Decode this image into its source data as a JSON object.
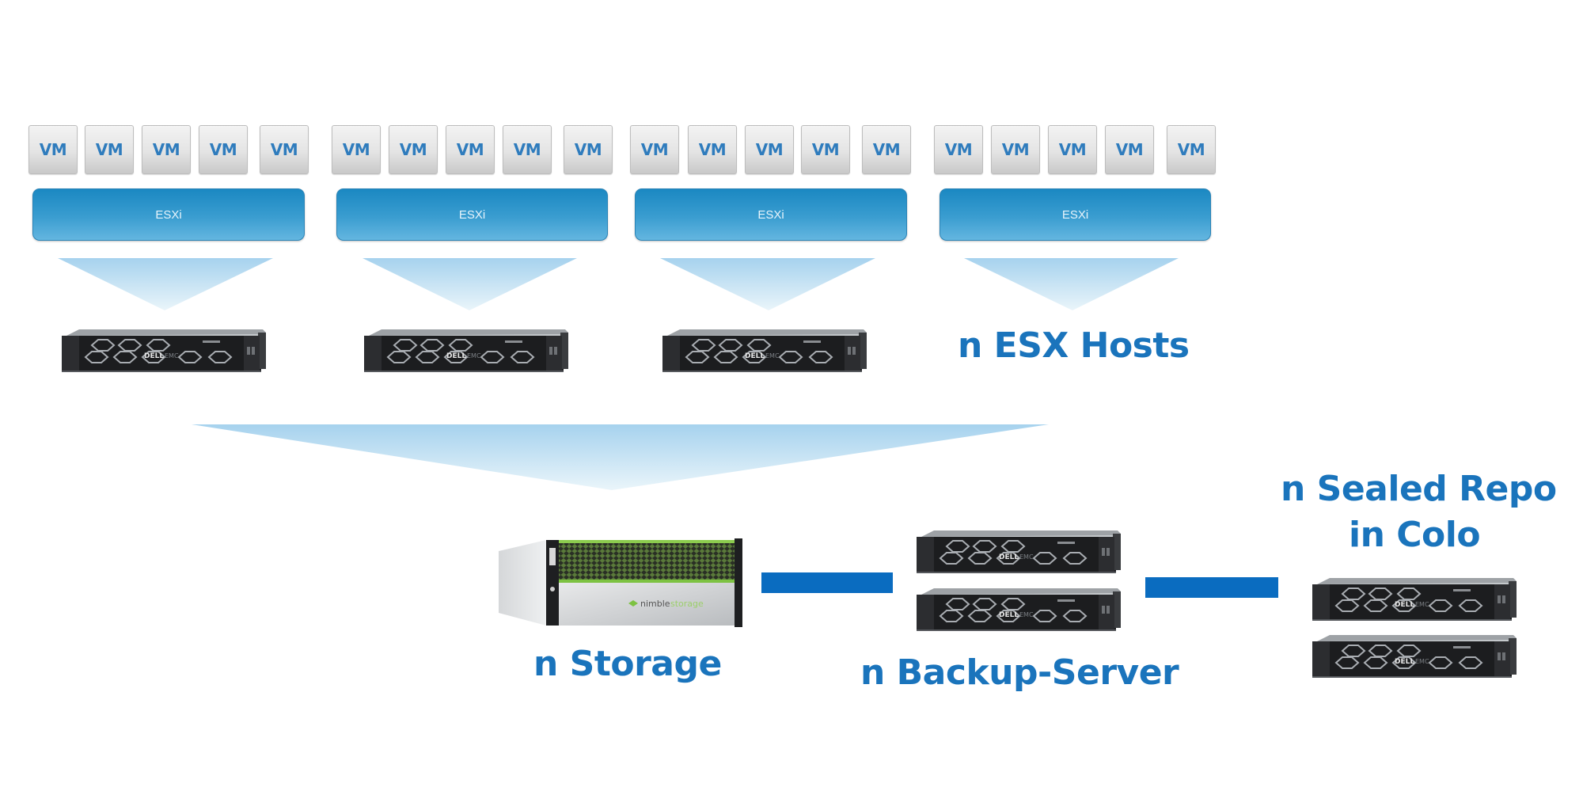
{
  "diagram": {
    "type": "infrastructure-architecture",
    "vm_label": "VM",
    "hypervisor_label": "ESXi",
    "host_groups": [
      {
        "hypervisor": "ESXi",
        "vms": [
          "VM",
          "VM",
          "VM",
          "VM",
          "VM"
        ],
        "server_brand": "DELL"
      },
      {
        "hypervisor": "ESXi",
        "vms": [
          "VM",
          "VM",
          "VM",
          "VM",
          "VM"
        ],
        "server_brand": "DELL"
      },
      {
        "hypervisor": "ESXi",
        "vms": [
          "VM",
          "VM",
          "VM",
          "VM",
          "VM"
        ],
        "server_brand": "DELL"
      },
      {
        "hypervisor": "ESXi",
        "vms": [
          "VM",
          "VM",
          "VM",
          "VM",
          "VM"
        ],
        "server_brand": null
      }
    ],
    "labels": {
      "esx_hosts": "n ESX Hosts",
      "storage": "n Storage",
      "backup_server": "n Backup-Server",
      "sealed_repo_line1": "n Sealed Repo",
      "sealed_repo_line2": "in Colo"
    },
    "storage_device": {
      "brand_part1": "nimble",
      "brand_part2": "storage"
    },
    "server_logo": "DELL",
    "colors": {
      "label_blue": "#1a74bc",
      "connector_blue": "#0a6cc0",
      "esxi_blue": "#2b93cb",
      "funnel_light_blue": "#a9d3ee",
      "storage_green": "#7dc242"
    },
    "connections": [
      {
        "from": "n Storage",
        "to": "n Backup-Server"
      },
      {
        "from": "n Backup-Server",
        "to": "n Sealed Repo in Colo"
      }
    ]
  }
}
